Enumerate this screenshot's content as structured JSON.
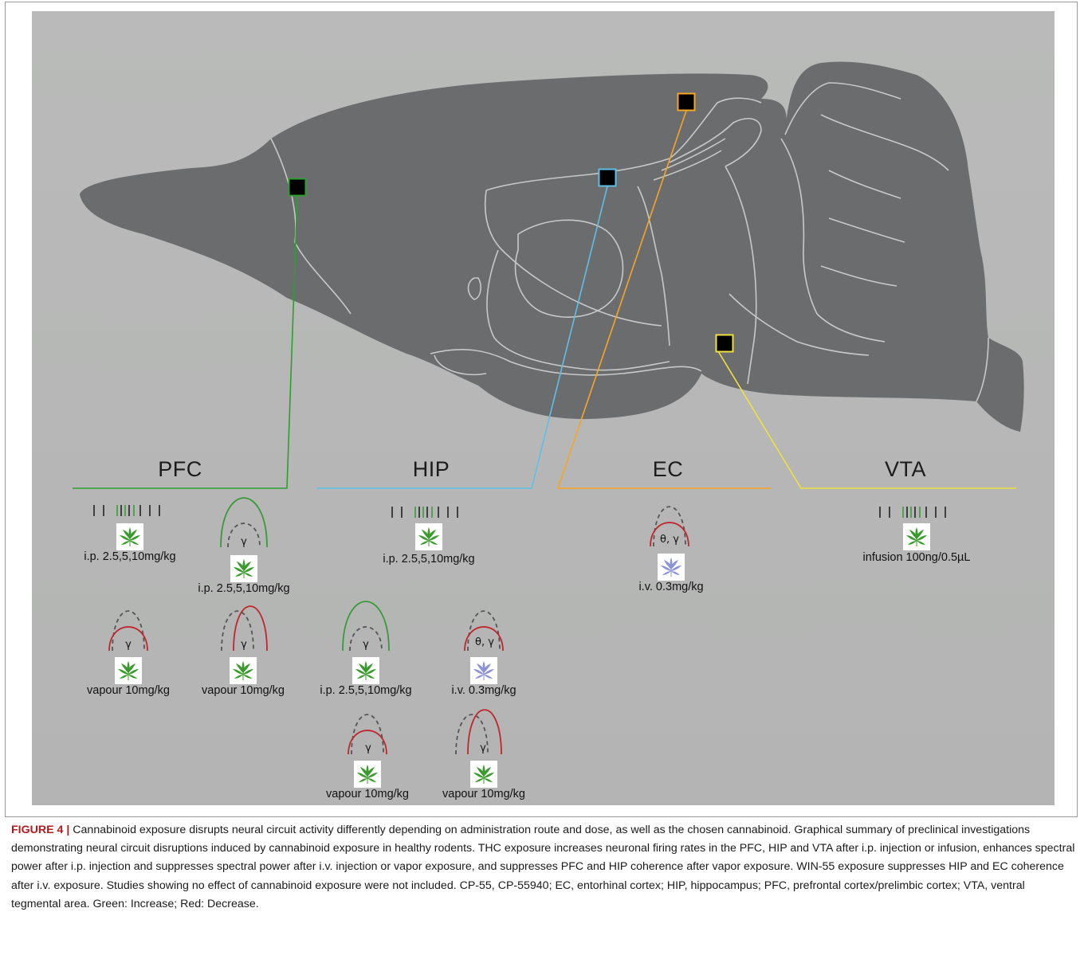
{
  "regions": {
    "pfc": {
      "label": "PFC",
      "color": "#2e9e2e"
    },
    "hip": {
      "label": "HIP",
      "color": "#5fc0e6"
    },
    "ec": {
      "label": "EC",
      "color": "#f5a623"
    },
    "vta": {
      "label": "VTA",
      "color": "#f0e040"
    }
  },
  "pfc": {
    "firing_dose": "i.p. 2.5,5,10mg/kg",
    "coh_ip": {
      "band": "γ",
      "dose": "i.p. 2.5,5,10mg/kg"
    },
    "vapour_a": {
      "band": "γ",
      "dose": "vapour 10mg/kg"
    },
    "vapour_b": {
      "band": "γ",
      "dose": "vapour 10mg/kg"
    }
  },
  "hip": {
    "firing_dose": "i.p. 2.5,5,10mg/kg",
    "ip": {
      "band": "γ",
      "dose": "i.p. 2.5,5,10mg/kg"
    },
    "iv": {
      "band": "θ, γ",
      "dose": "i.v. 0.3mg/kg"
    },
    "vapour_a": {
      "band": "γ",
      "dose": "vapour 10mg/kg"
    },
    "vapour_b": {
      "band": "γ",
      "dose": "vapour 10mg/kg"
    }
  },
  "ec": {
    "band": "θ, γ",
    "dose": "i.v. 0.3mg/kg"
  },
  "vta": {
    "firing_dose": "infusion 100ng/0.5µL"
  },
  "colors": {
    "increase": "#3a9a3a",
    "decrease": "#c0272d",
    "thc_leaf": "#3b9a2e",
    "win55_leaf": "#8b93d6",
    "brain": "#6b6c6e",
    "outline": "#c8c8c8"
  },
  "caption": {
    "label": "FIGURE 4",
    "separator": " | ",
    "text": "Cannabinoid exposure disrupts neural circuit activity differently depending on administration route and dose, as well as the chosen cannabinoid. Graphical summary of preclinical investigations demonstrating neural circuit disruptions induced by cannabinoid exposure in healthy rodents. THC exposure increases neuronal firing rates in the PFC, HIP and VTA after i.p. injection or infusion, enhances spectral power after i.p. injection and suppresses spectral power after i.v. injection or vapor exposure, and suppresses PFC and HIP coherence after vapor exposure. WIN-55 exposure suppresses HIP and EC coherence after i.v. exposure. Studies showing no effect of cannabinoid exposure were not included. CP-55, CP-55940; EC, entorhinal cortex; HIP, hippocampus; PFC, prefrontal cortex/prelimbic cortex; VTA, ventral tegmental area. Green: Increase; Red: Decrease."
  }
}
